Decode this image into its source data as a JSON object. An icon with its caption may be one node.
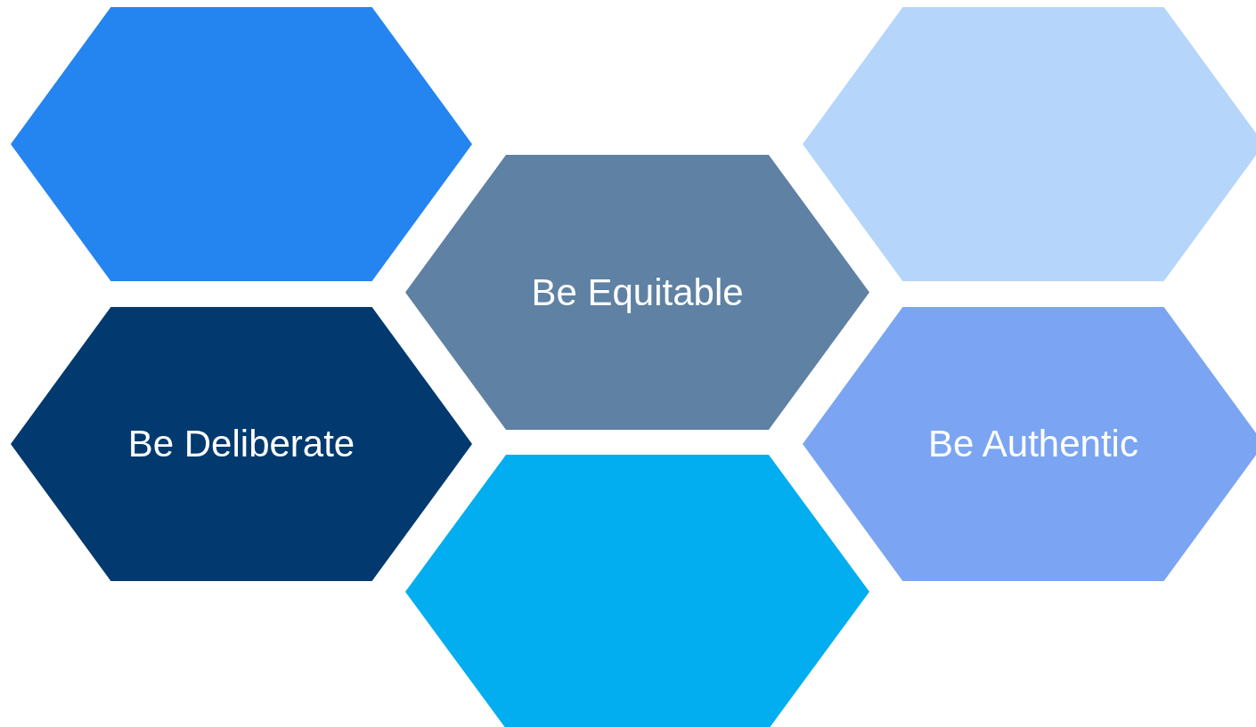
{
  "diagram": {
    "nodes": [
      {
        "text": [],
        "shape": "hexagon"
      },
      {
        "text": [],
        "shape": "hexagon"
      },
      {
        "text": [
          "Be Equitable"
        ]
      },
      {
        "text": [
          "Be Deliberate"
        ]
      },
      {
        "text": [
          "Be Authentic"
        ]
      },
      {
        "text": [],
        "shape": "hexagon"
      }
    ]
  }
}
